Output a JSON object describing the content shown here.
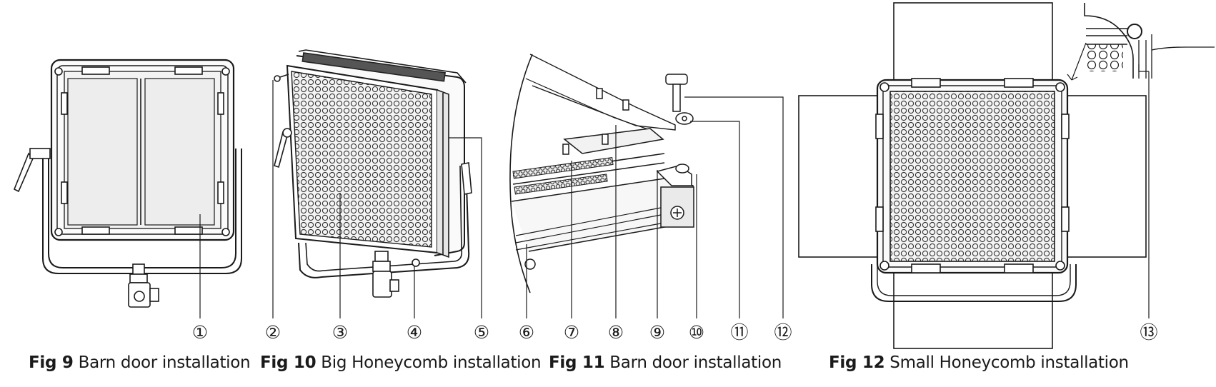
{
  "callouts": [
    "①",
    "②",
    "③",
    "④",
    "⑤",
    "⑥",
    "⑦",
    "⑧",
    "⑨",
    "⑩",
    "⑪",
    "⑫",
    "⑬"
  ],
  "figures": [
    {
      "label": "Fig 9",
      "caption": "Barn door installation"
    },
    {
      "label": "Fig 10",
      "caption": "Big Honeycomb installation"
    },
    {
      "label": "Fig 11",
      "caption": "Barn door installation"
    },
    {
      "label": "Fig 12",
      "caption": "Small  Honeycomb installation"
    }
  ],
  "colors": {
    "line": "#1a1a1a",
    "fill_light": "#f2f2f2",
    "fill_mid": "#d9d9d9",
    "fill_dark": "#8c8c8c"
  }
}
